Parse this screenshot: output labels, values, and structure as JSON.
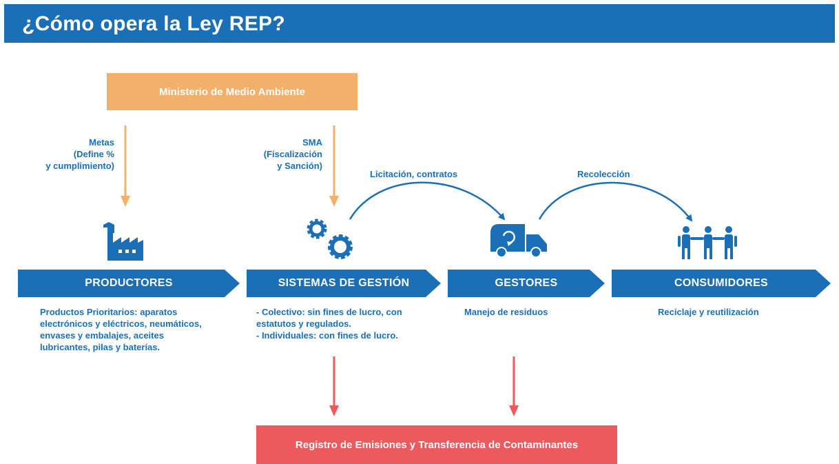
{
  "header": {
    "title": "¿Cómo opera la Ley REP?"
  },
  "ministry": {
    "label": "Ministerio de Medio Ambiente"
  },
  "flows": {
    "metas": [
      "Metas",
      "(Define %",
      "y cumplimiento)"
    ],
    "sma": [
      "SMA",
      "(Fiscalización",
      "y Sanción)"
    ],
    "licitacion": "Licitación, contratos",
    "recoleccion": "Recolección"
  },
  "stages": [
    {
      "label": "PRODUCTORES",
      "icon": "factory-icon",
      "desc": [
        "Productos Prioritarios: aparatos",
        "electrónicos y eléctricos, neumáticos,",
        "envases y embalajes, aceites",
        "lubricantes, pilas y baterías."
      ]
    },
    {
      "label": "SISTEMAS DE GESTIÓN",
      "icon": "gears-icon",
      "desc": [
        "- Colectivo: sin fines de lucro, con",
        "estatutos y regulados.",
        "- Individuales: con fines de lucro."
      ]
    },
    {
      "label": "GESTORES",
      "icon": "recycling-truck-icon",
      "desc": [
        "Manejo de residuos"
      ]
    },
    {
      "label": "CONSUMIDORES",
      "icon": "people-icon",
      "desc": [
        "Reciclaje y reutilización"
      ]
    }
  ],
  "registry": {
    "label": "Registro de Emisiones y Transferencia de Contaminantes"
  },
  "colors": {
    "blue": "#1a6fb6",
    "orange": "#f2b06a",
    "red": "#ec5a5e",
    "white": "#ffffff"
  }
}
